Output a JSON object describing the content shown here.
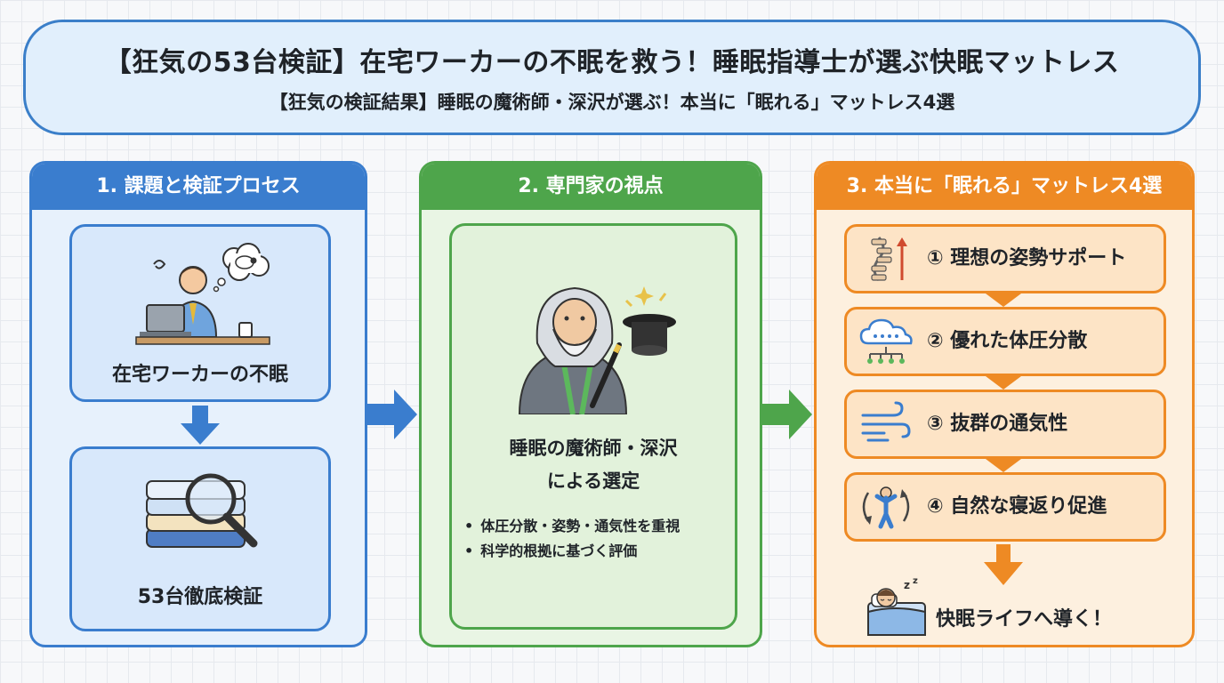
{
  "header": {
    "title": "【狂気の53台検証】在宅ワーカーの不眠を救う！睡眠指導士が選ぶ快眠マットレス",
    "subtitle": "【狂気の検証結果】睡眠の魔術師・深沢が選ぶ！本当に「眠れる」マットレス4選"
  },
  "panel1": {
    "heading": "1. 課題と検証プロセス",
    "card1_label": "在宅ワーカーの不眠",
    "card2_label": "53台徹底検証"
  },
  "panel2": {
    "heading": "2. 専門家の視点",
    "selection_line1": "睡眠の魔術師・深沢",
    "selection_line2": "による選定",
    "bullets": [
      "体圧分散・姿勢・通気性を重視",
      "科学的根拠に基づく評価"
    ]
  },
  "panel3": {
    "heading": "3. 本当に「眠れる」マットレス4選",
    "features": [
      {
        "label": "① 理想の姿勢サポート",
        "icon": "spine-icon"
      },
      {
        "label": "② 優れた体圧分散",
        "icon": "cloud-pressure-icon"
      },
      {
        "label": "③ 抜群の通気性",
        "icon": "wind-icon"
      },
      {
        "label": "④ 自然な寝返り促進",
        "icon": "rolling-person-icon"
      }
    ],
    "final_label": "快眠ライフへ導く！"
  },
  "colors": {
    "blue": "#3a7dce",
    "green": "#4ea54b",
    "orange": "#ee8a24",
    "header_bg": "#e1effc"
  }
}
